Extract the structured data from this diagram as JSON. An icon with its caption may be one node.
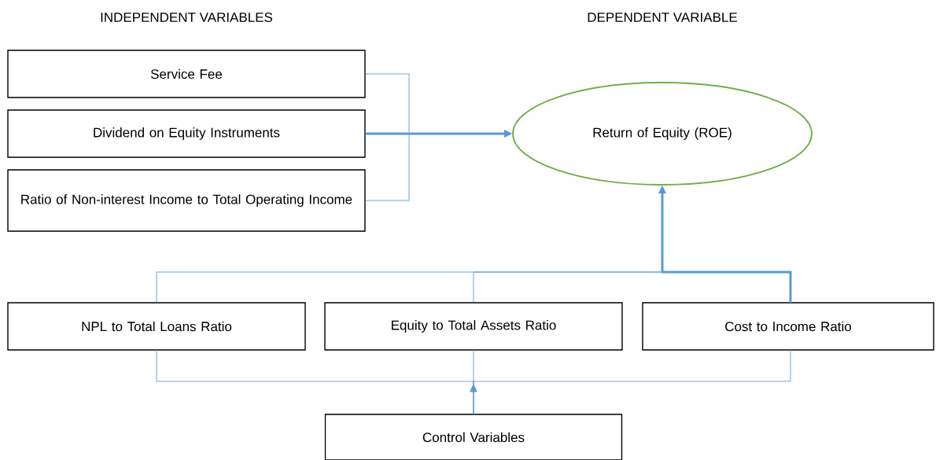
{
  "diagram": {
    "nodes": [
      {
        "text": [
          "Service Fee"
        ]
      },
      {
        "text": [
          "Dividend on Equity Instruments"
        ]
      },
      {
        "text": [
          "Ratio of Non-interest Income to Total Operating Income"
        ]
      },
      {
        "text": [
          "Return of Equity (ROE)"
        ]
      },
      {
        "text": [
          "NPL to Total Loans Ratio"
        ]
      },
      {
        "text": [
          "Equity to Total Assets Ratio"
        ]
      },
      {
        "text": [
          "Cost to Income Ratio"
        ]
      },
      {
        "text": [
          "Control Variables"
        ]
      }
    ],
    "edges": [
      {
        "from": 0,
        "to": 3,
        "arrow": "to"
      },
      {
        "from": 1,
        "to": 3,
        "arrow": "to",
        "style": "thick"
      },
      {
        "from": 2,
        "to": 3,
        "arrow": "to"
      },
      {
        "from": 4,
        "to": 3,
        "arrow": "to"
      },
      {
        "from": 5,
        "to": 3,
        "arrow": "to"
      },
      {
        "from": 6,
        "to": 3,
        "arrow": "to",
        "style": "thick"
      },
      {
        "from": 7,
        "to": 4,
        "arrow": "to"
      },
      {
        "from": 7,
        "to": 5,
        "arrow": "to"
      },
      {
        "from": 7,
        "to": 6,
        "arrow": "to"
      }
    ],
    "labels": [
      "INDEPENDENT VARIABLES",
      "DEPENDENT VARIABLE"
    ]
  }
}
